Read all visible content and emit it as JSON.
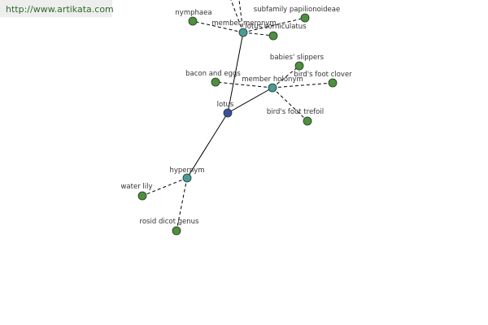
{
  "watermark": {
    "url": "http://www.artikata.com"
  },
  "graph": {
    "center": {
      "label": "lotus",
      "color": "#3b4fa0"
    },
    "relation_color": "#4a9a9a",
    "leaf_color": "#4f8f3f",
    "relations": [
      {
        "label": "member meronym",
        "leaves": [
          "nymphaea",
          "subfamily papilionoideae",
          "lotus corniculatus"
        ]
      },
      {
        "label": "member holonym",
        "leaves": [
          "babies' slippers",
          "bacon and eggs",
          "bird's foot clover",
          "bird's foot trefoil"
        ]
      },
      {
        "label": "hypernym",
        "leaves": [
          "water lily",
          "rosid dicot genus"
        ]
      }
    ]
  }
}
